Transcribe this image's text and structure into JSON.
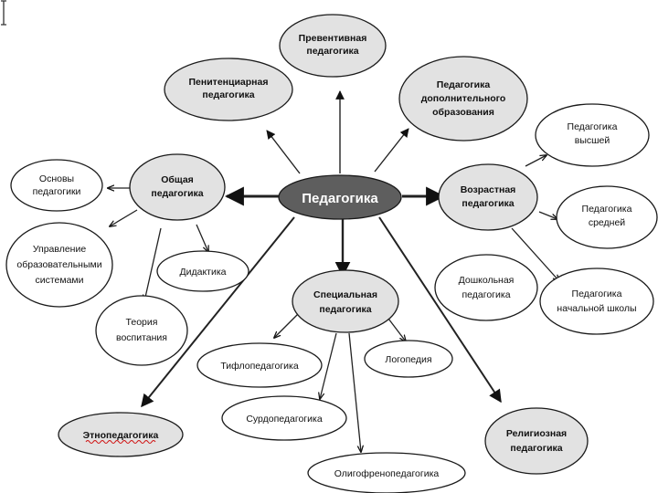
{
  "diagram": {
    "center": "Педагогика",
    "nodes": {
      "preventive": [
        "Превентивная",
        "педагогика"
      ],
      "penitentiary": [
        "Пенитенциарная",
        "педагогика"
      ],
      "additional": [
        "Педагогика",
        "дополнительного",
        "образования"
      ],
      "general": [
        "Общая",
        "педагогика"
      ],
      "foundations": [
        "Основы",
        "педагогики"
      ],
      "management": [
        "Управление",
        "образовательными",
        "системами"
      ],
      "didactics": [
        "Дидактика"
      ],
      "upbringing": [
        "Теория",
        "воспитания"
      ],
      "age": [
        "Возрастная",
        "педагогика"
      ],
      "higher": [
        "Педагогика",
        "высшей"
      ],
      "secondary": [
        "Педагогика",
        "средней"
      ],
      "preschool": [
        "Дошкольная",
        "педагогика"
      ],
      "primary": [
        "Педагогика",
        "начальной школы"
      ],
      "special": [
        "Специальная",
        "педагогика"
      ],
      "typhlo": [
        "Тифлопедагогика"
      ],
      "surdo": [
        "Сурдопедагогика"
      ],
      "logo": [
        "Логопедия"
      ],
      "oligo": [
        "Олигофренопедагогика"
      ],
      "ethno": [
        "Этнопедагогика"
      ],
      "religious": [
        "Религиозная",
        "педагогика"
      ]
    }
  }
}
